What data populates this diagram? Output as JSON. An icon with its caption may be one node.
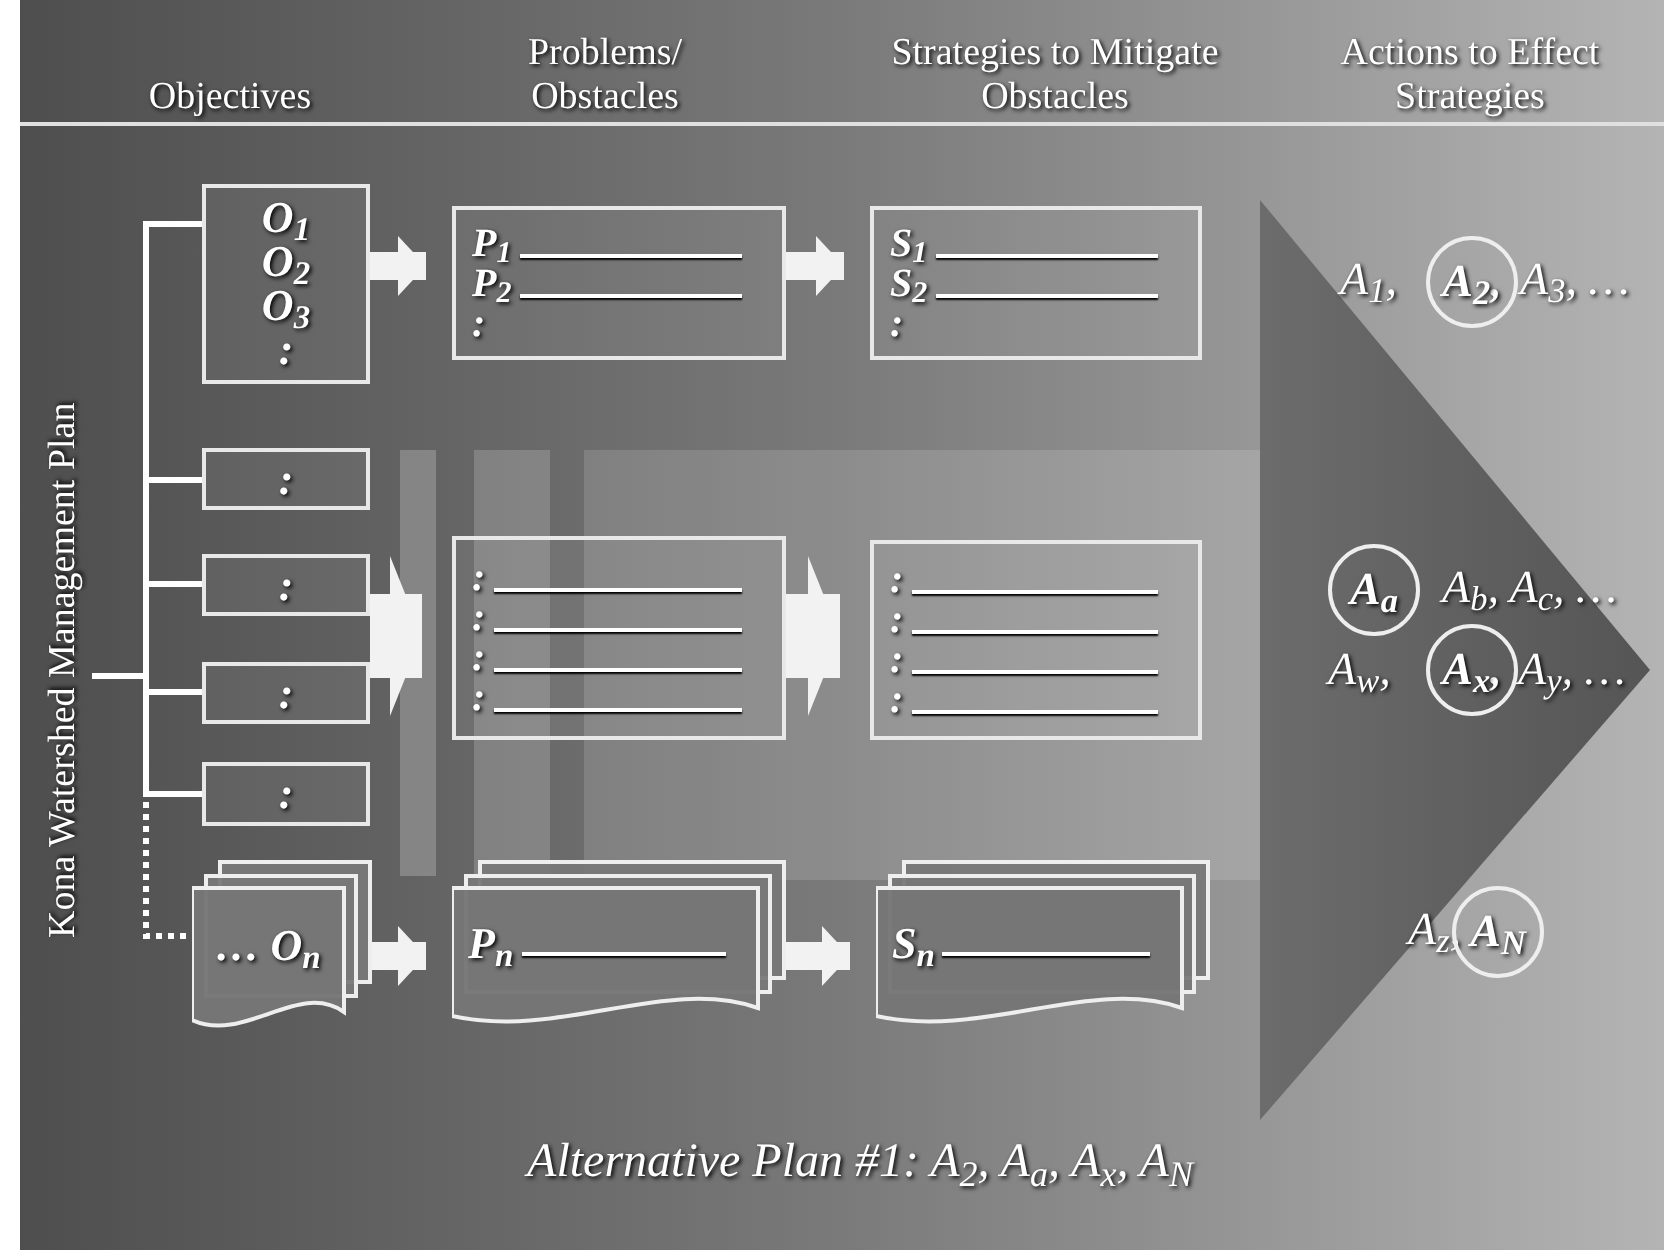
{
  "diagram": {
    "caption": "Alternative Plan #1: A$_{2}$, A$_{a}$, A$_{x}$, A$_{N}$",
    "nodes": [
      {
        "text": [
          "Kona Watershed Management Plan"
        ]
      },
      {
        "text": [
          "O$_{1}$",
          "O$_{2}$",
          "O$_{3}$",
          ":"
        ]
      },
      {
        "text": [
          ":"
        ]
      },
      {
        "text": [
          ":"
        ]
      },
      {
        "text": [
          ":"
        ]
      },
      {
        "text": [
          ":"
        ]
      },
      {
        "text": [
          "… O$_{n}$"
        ]
      },
      {
        "text": [
          "P$_{1}$",
          "P$_{2}$",
          ":"
        ]
      },
      {
        "text": [
          ":",
          ":",
          ":",
          ":"
        ]
      },
      {
        "text": [
          "P$_{n}$"
        ]
      },
      {
        "text": [
          "S$_{1}$",
          "S$_{2}$",
          ":"
        ]
      },
      {
        "text": [
          ":",
          ":",
          ":",
          ":"
        ]
      },
      {
        "text": [
          "S$_{n}$"
        ]
      },
      {
        "text": [
          "A$_{1}$,",
          "A$_{3}$, …",
          "A$_{b}$, A$_{c}$, …",
          "A$_{w}$,",
          "A$_{y}$, …",
          "A$_{z}$,"
        ]
      },
      {
        "text": [
          "A$_{2}$,"
        ],
        "in": 13
      },
      {
        "text": [
          "A$_{a}$"
        ],
        "in": 13
      },
      {
        "text": [
          "A$_{x}$,"
        ],
        "in": 13
      },
      {
        "text": [
          "A$_{N}$"
        ],
        "in": 13
      }
    ],
    "edges": [
      {
        "from": 0,
        "to": 1,
        "arrow": "none"
      },
      {
        "from": 0,
        "to": 2,
        "arrow": "none"
      },
      {
        "from": 0,
        "to": 3,
        "arrow": "none"
      },
      {
        "from": 0,
        "to": 4,
        "arrow": "none"
      },
      {
        "from": 0,
        "to": 5,
        "arrow": "none"
      },
      {
        "from": 0,
        "to": 6,
        "arrow": "none",
        "style": "dashed"
      },
      {
        "from": 1,
        "to": 7,
        "arrow": "to",
        "style": "thick"
      },
      {
        "from": 7,
        "to": 10,
        "arrow": "to",
        "style": "thick"
      },
      {
        "from": 3,
        "to": 8,
        "arrow": "to",
        "style": "thick"
      },
      {
        "from": 8,
        "to": 11,
        "arrow": "to",
        "style": "thick"
      },
      {
        "from": 6,
        "to": 9,
        "arrow": "to",
        "style": "thick"
      },
      {
        "from": 9,
        "to": 12,
        "arrow": "to",
        "style": "thick"
      }
    ],
    "labels": [
      "Objectives",
      "Problems/ Obstacles",
      "Strategies to Mitigate Obstacles",
      "Actions to Effect Strategies"
    ]
  }
}
